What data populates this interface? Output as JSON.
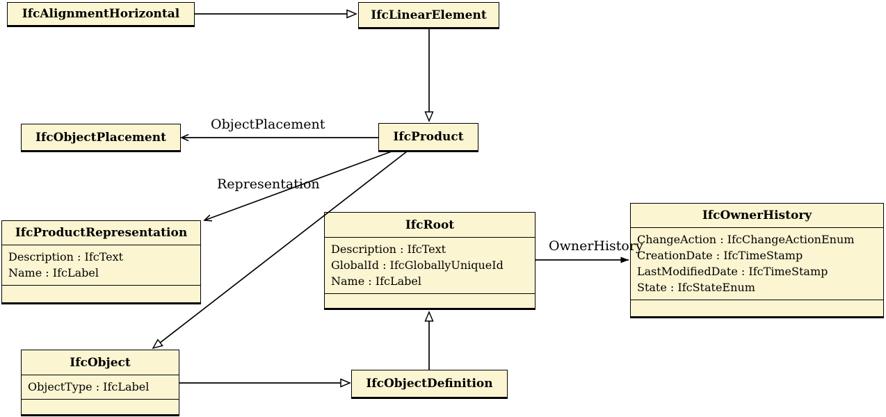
{
  "diagram": {
    "kind": "uml-class-diagram",
    "classes": {
      "alignment_horizontal": {
        "title": "IfcAlignmentHorizontal",
        "attributes": []
      },
      "linear_element": {
        "title": "IfcLinearElement",
        "attributes": []
      },
      "object_placement": {
        "title": "IfcObjectPlacement",
        "attributes": []
      },
      "product": {
        "title": "IfcProduct",
        "attributes": []
      },
      "product_representation": {
        "title": "IfcProductRepresentation",
        "attributes": [
          "Description : IfcText",
          "Name : IfcLabel"
        ]
      },
      "root": {
        "title": "IfcRoot",
        "attributes": [
          "Description : IfcText",
          "GlobalId : IfcGloballyUniqueId",
          "Name : IfcLabel"
        ]
      },
      "owner_history": {
        "title": "IfcOwnerHistory",
        "attributes": [
          "ChangeAction : IfcChangeActionEnum",
          "CreationDate : IfcTimeStamp",
          "LastModifiedDate : IfcTimeStamp",
          "State : IfcStateEnum"
        ]
      },
      "object": {
        "title": "IfcObject",
        "attributes": [
          "ObjectType : IfcLabel"
        ]
      },
      "object_definition": {
        "title": "IfcObjectDefinition",
        "attributes": []
      }
    },
    "edge_labels": {
      "object_placement": "ObjectPlacement",
      "representation": "Representation",
      "owner_history": "OwnerHistory"
    },
    "relations": [
      "IfcAlignmentHorizontal -|> IfcLinearElement",
      "IfcLinearElement -|> IfcProduct",
      "IfcProduct -> IfcObjectPlacement (ObjectPlacement)",
      "IfcProduct -> IfcProductRepresentation (Representation)",
      "IfcProduct -|> IfcObject",
      "IfcObject -|> IfcObjectDefinition",
      "IfcObjectDefinition -|> IfcRoot",
      "IfcRoot -> IfcOwnerHistory (OwnerHistory)"
    ],
    "colors": {
      "box_fill": "#FBF5D2",
      "box_border": "#000000",
      "line": "#000000",
      "background": "#FFFFFF"
    }
  }
}
